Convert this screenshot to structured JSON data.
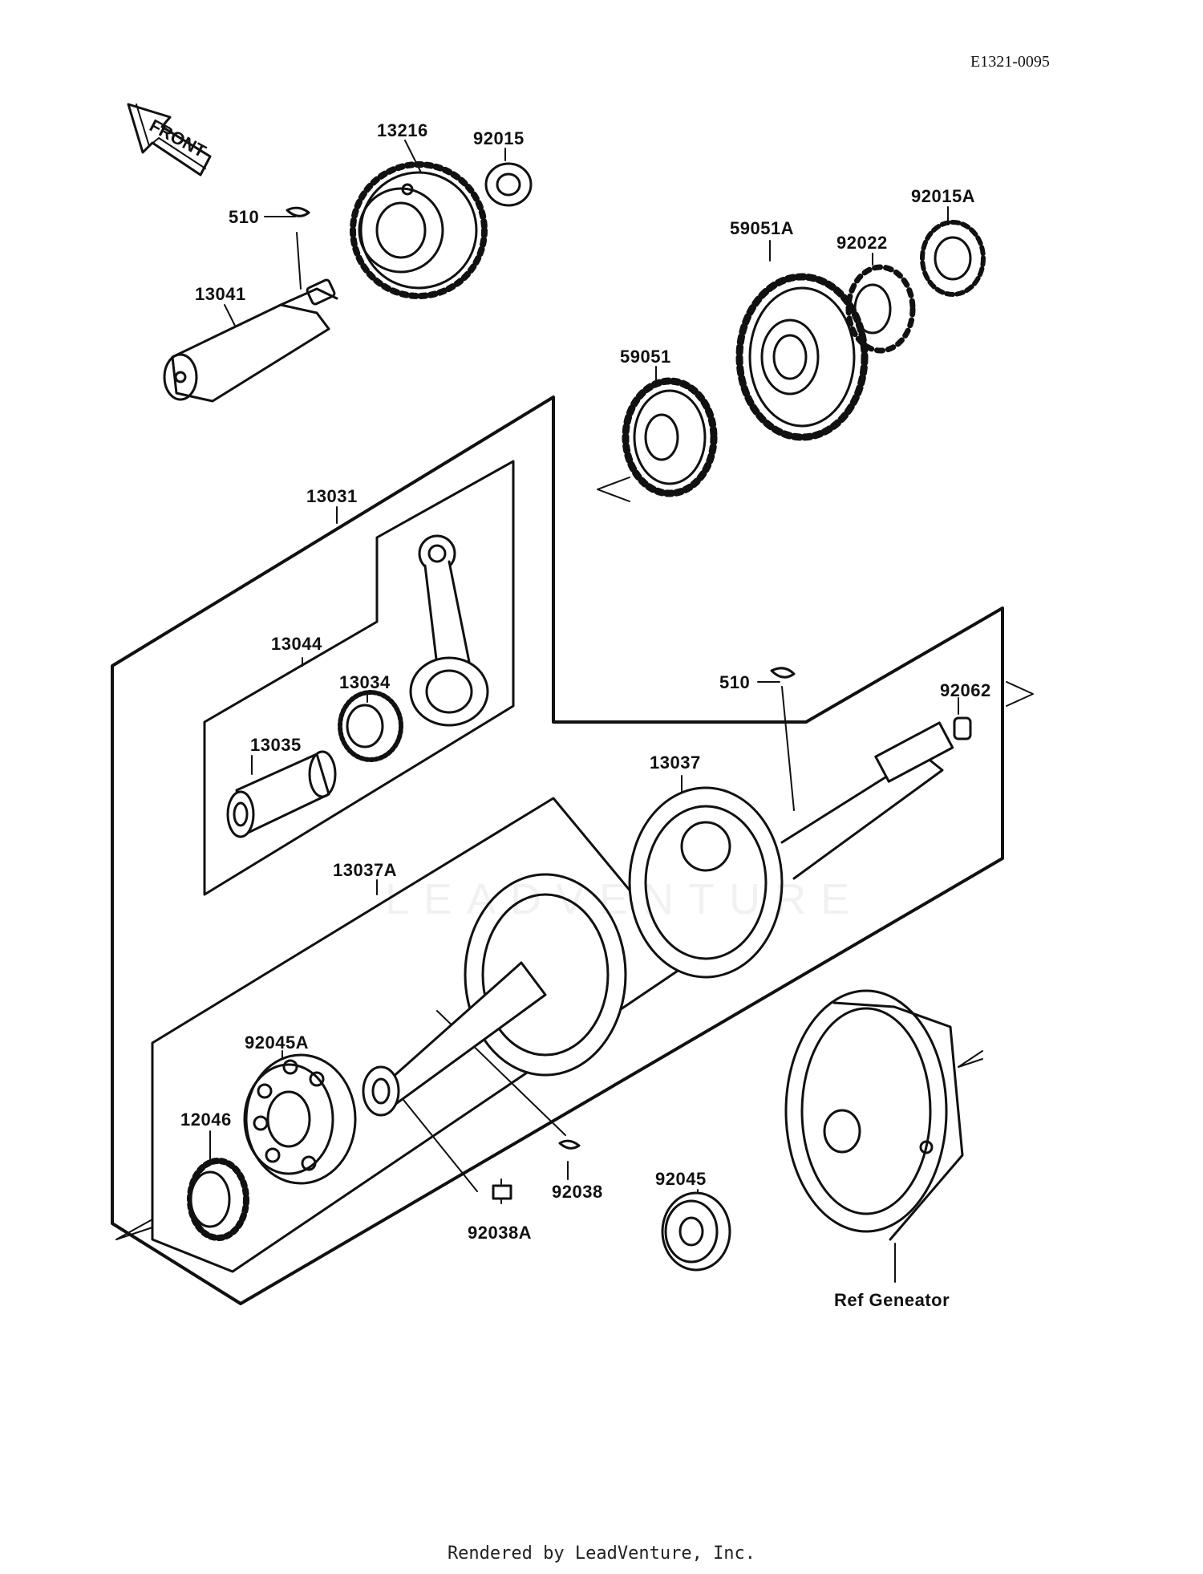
{
  "diagram_code": "E1321-0095",
  "front_label": "FRONT",
  "watermark": "LEADVENTURE",
  "credit": "Rendered by LeadVenture, Inc.",
  "labels": {
    "p13216": "13216",
    "p92015": "92015",
    "p510_top": "510",
    "p13041": "13041",
    "p92015A": "92015A",
    "p92022": "92022",
    "p59051A": "59051A",
    "p59051": "59051",
    "p13031": "13031",
    "p13044": "13044",
    "p13034": "13034",
    "p13035": "13035",
    "p510_mid": "510",
    "p92062": "92062",
    "p13037": "13037",
    "p13037A": "13037A",
    "p92045A": "92045A",
    "p12046": "12046",
    "p92038": "92038",
    "p92038A": "92038A",
    "p92045": "92045",
    "ref_generator": "Ref Geneator"
  }
}
